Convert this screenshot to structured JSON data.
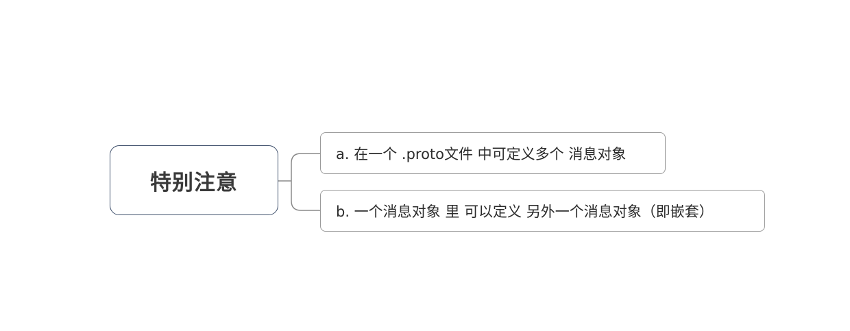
{
  "mindmap": {
    "root": {
      "label": "特别注意"
    },
    "branches": [
      {
        "label": "a. 在一个 .proto文件 中可定义多个 消息对象"
      },
      {
        "label": "b. 一个消息对象 里 可以定义 另外一个消息对象（即嵌套）"
      }
    ]
  },
  "colors": {
    "root_border": "#3e4f6b",
    "branch_border": "#9a9a9a",
    "connector": "#8a8a8a",
    "text": "#2b2b2b"
  }
}
